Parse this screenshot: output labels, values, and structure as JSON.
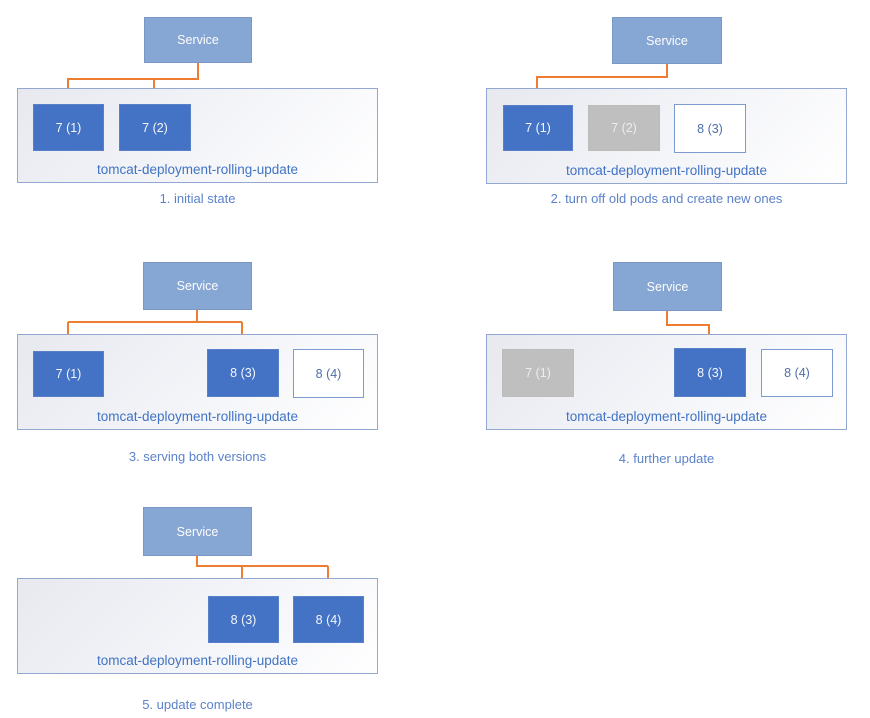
{
  "colors": {
    "service_fill": "#86a6d3",
    "pod_active": "#4472c4",
    "pod_terminated": "#bfbfbf",
    "pod_starting_border": "#7d9bd1",
    "arrow": "#ed7d31",
    "label_text": "#4173c4",
    "caption_text": "#5b82ca"
  },
  "panels": [
    {
      "step_caption": "1. initial state",
      "service_label": "Service",
      "deployment_label": "tomcat-deployment-rolling-update",
      "pods": [
        {
          "label": "7 (1)",
          "state": "active",
          "receives_traffic": true
        },
        {
          "label": "7 (2)",
          "state": "active",
          "receives_traffic": true
        }
      ]
    },
    {
      "step_caption": "2. turn off old pods and create new ones",
      "service_label": "Service",
      "deployment_label": "tomcat-deployment-rolling-update",
      "pods": [
        {
          "label": "7 (1)",
          "state": "active",
          "receives_traffic": true
        },
        {
          "label": "7 (2)",
          "state": "terminated",
          "receives_traffic": false
        },
        {
          "label": "8 (3)",
          "state": "starting",
          "receives_traffic": false
        }
      ]
    },
    {
      "step_caption": "3. serving both versions",
      "service_label": "Service",
      "deployment_label": "tomcat-deployment-rolling-update",
      "pods": [
        {
          "label": "7 (1)",
          "state": "active",
          "receives_traffic": true
        },
        {
          "label": "8 (3)",
          "state": "active",
          "receives_traffic": true
        },
        {
          "label": "8 (4)",
          "state": "starting",
          "receives_traffic": false
        }
      ]
    },
    {
      "step_caption": "4. further update",
      "service_label": "Service",
      "deployment_label": "tomcat-deployment-rolling-update",
      "pods": [
        {
          "label": "7 (1)",
          "state": "terminated",
          "receives_traffic": false
        },
        {
          "label": "8 (3)",
          "state": "active",
          "receives_traffic": true
        },
        {
          "label": "8 (4)",
          "state": "starting",
          "receives_traffic": false
        }
      ]
    },
    {
      "step_caption": "5. update complete",
      "service_label": "Service",
      "deployment_label": "tomcat-deployment-rolling-update",
      "pods": [
        {
          "label": "8 (3)",
          "state": "active",
          "receives_traffic": true
        },
        {
          "label": "8 (4)",
          "state": "active",
          "receives_traffic": true
        }
      ]
    }
  ]
}
